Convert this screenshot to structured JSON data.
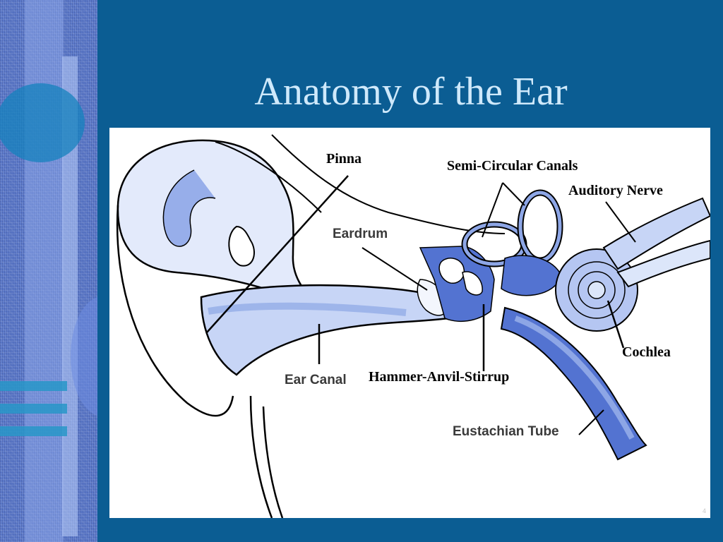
{
  "slide": {
    "title": "Anatomy of the Ear",
    "slide_number": "4"
  },
  "colors": {
    "background": "#0b5d93",
    "title_text": "#cfe9fb",
    "ear_fill_light": "#dce6fa",
    "ear_fill_mid": "#8da6e6",
    "ear_fill_dark": "#5373d1",
    "outline": "#000000"
  },
  "labels": {
    "pinna": "Pinna",
    "semi_circular_canals": "Semi-Circular Canals",
    "auditory_nerve": "Auditory Nerve",
    "eardrum": "Eardrum",
    "cochlea": "Cochlea",
    "ear_canal": "Ear Canal",
    "hammer_anvil_stirrup": "Hammer-Anvil-Stirrup",
    "eustachian_tube": "Eustachian Tube"
  }
}
